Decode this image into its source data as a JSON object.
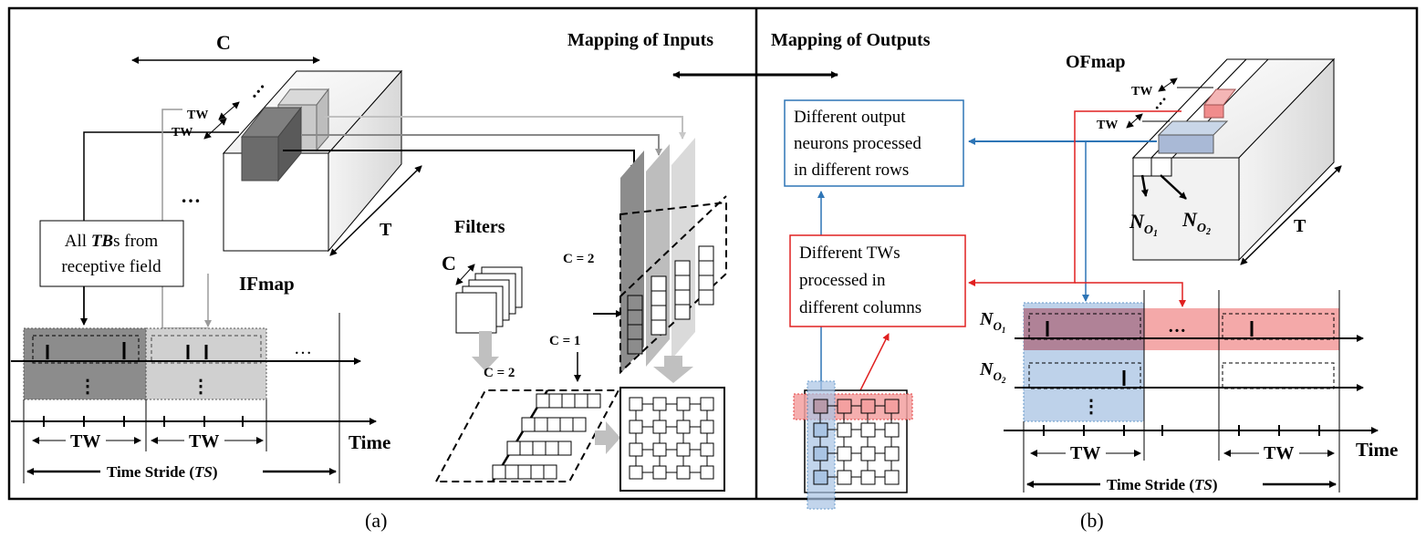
{
  "panel_a": {
    "caption": "(a)",
    "top_title": "Mapping of Inputs",
    "cube_label": "IFmap",
    "c_label": "C",
    "t_label": "T",
    "tw_label": "TW",
    "callout": [
      "All TBs from",
      "receptive field"
    ],
    "callout_italic": "TB",
    "filters_label": "Filters",
    "c_eq_2": "C = 2",
    "c_eq_1": "C = 1",
    "time_label": "Time",
    "ts_label": "Time Stride (",
    "ts_abbrev": "TS",
    "ts_close": ")",
    "dots": "…",
    "vdots": "⋮"
  },
  "panel_b": {
    "caption": "(b)",
    "top_title": "Mapping of Outputs",
    "cube_label": "OFmap",
    "t_label": "T",
    "tw_label": "TW",
    "neuron_1": "N",
    "neuron_sub_1": "O1",
    "neuron_2": "N",
    "neuron_sub_2": "O2",
    "box_rows": [
      "Different output",
      "neurons processed",
      "in different rows"
    ],
    "box_cols": [
      "Different TWs",
      "processed in",
      "different columns"
    ],
    "time_label": "Time",
    "ts_label": "Time Stride (",
    "ts_abbrev": "TS",
    "ts_close": ")",
    "dots": "…",
    "vdots": "⋮"
  },
  "colors": {
    "blue": "#2e75b6",
    "red": "#e02020",
    "pink_fill": "#f08c8c",
    "blue_fill": "#a9c4e4",
    "dark_gray": "#666666",
    "mid_gray": "#9a9a9a",
    "light_gray": "#cfcfcf"
  }
}
